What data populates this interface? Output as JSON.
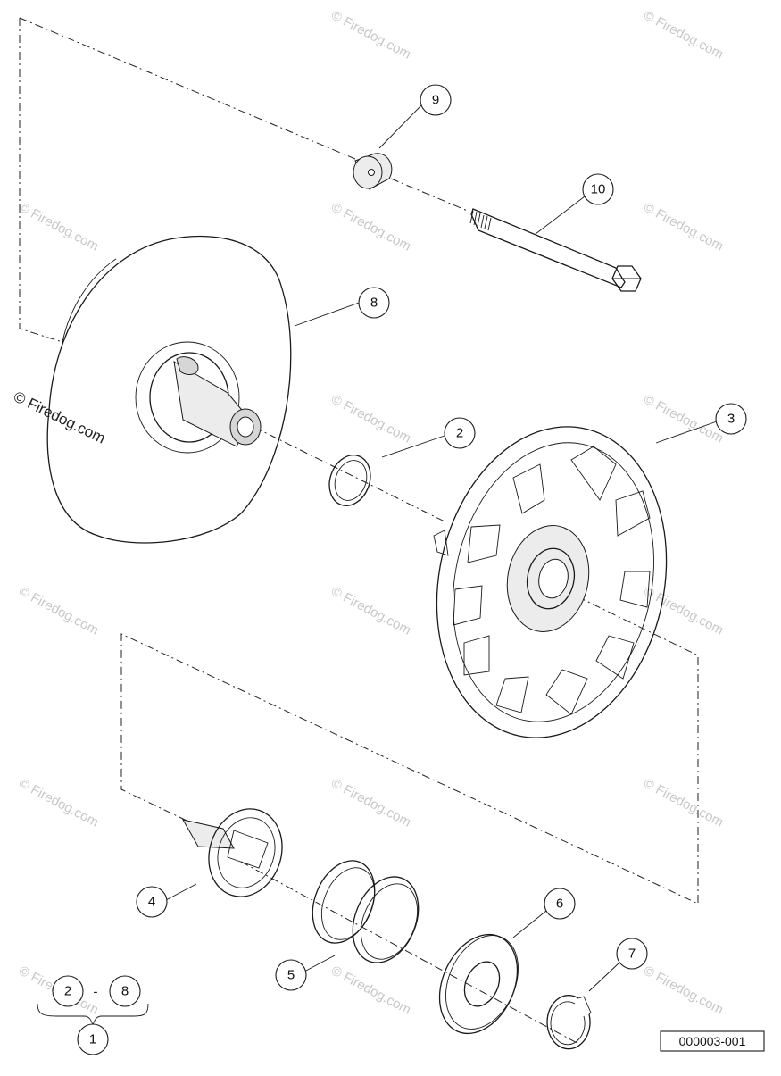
{
  "watermark": "© Firedog.com",
  "copyright": "© Firedog.com",
  "callouts": {
    "c1": "1",
    "c2": "2",
    "c3": "3",
    "c4": "4",
    "c5": "5",
    "c6": "6",
    "c7": "7",
    "c8": "8",
    "c9": "9",
    "c10": "10",
    "legend_from": "2",
    "legend_to": "8",
    "legend_assembly": "1",
    "legend_separator": "-"
  },
  "drawing_number": "000003-001"
}
